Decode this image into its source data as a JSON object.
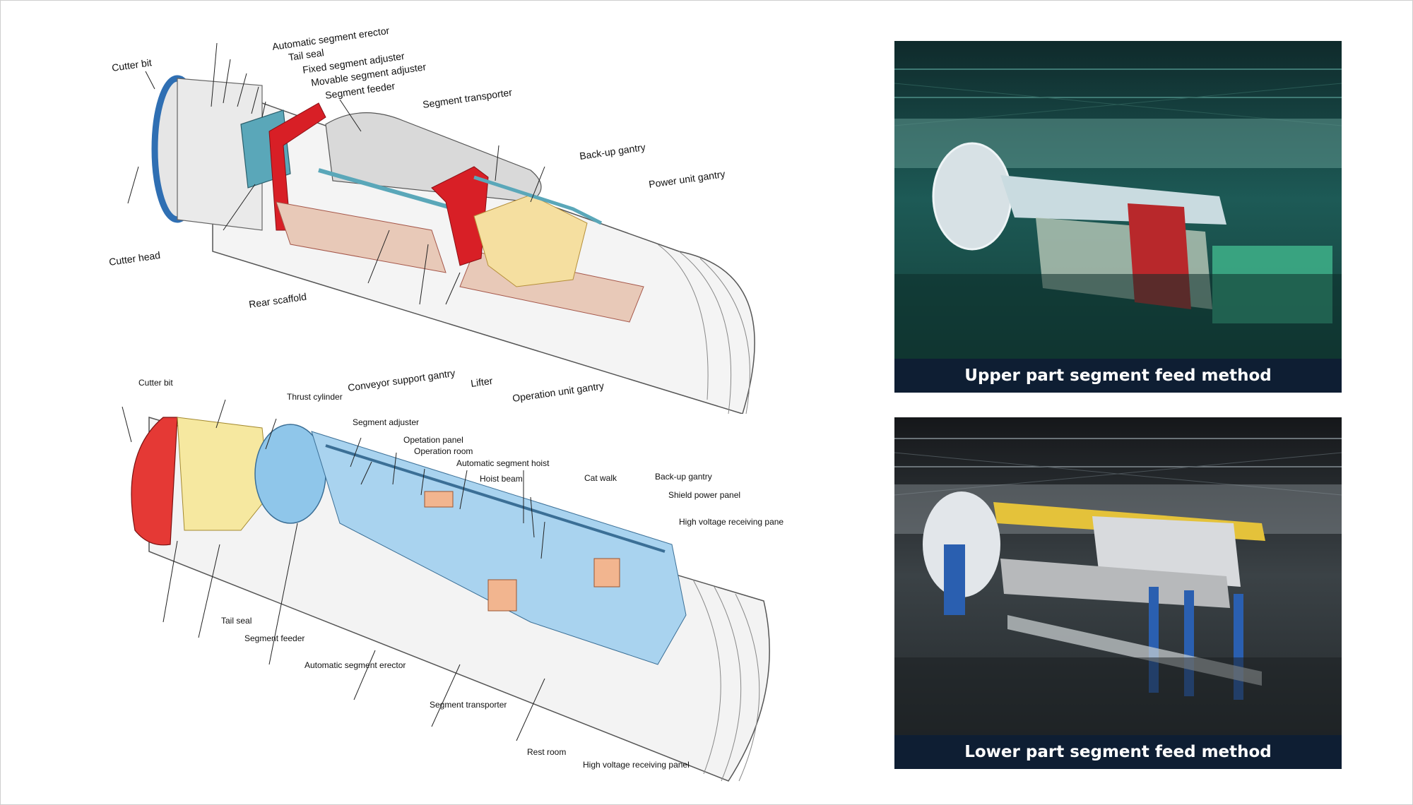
{
  "upper_diagram": {
    "labels": [
      "Cutter bit",
      "Cutter head",
      "Automatic segment erector",
      "Tail seal",
      "Fixed segment adjuster",
      "Movable segment adjuster",
      "Segment feeder",
      "Segment transporter",
      "Back-up gantry",
      "Power unit gantry",
      "Rear scaffold",
      "Conveyor support gantry",
      "Lifter",
      "Operation unit gantry"
    ]
  },
  "lower_diagram": {
    "labels": [
      "Cutter bit",
      "Thrust cylinder",
      "Segment adjuster",
      "Opetation panel",
      "Operation room",
      "Automatic segment hoist",
      "Hoist beam",
      "Cat walk",
      "Back-up gantry",
      "Shield power panel",
      "High voltage receiving pane",
      "Tail seal",
      "Segment feeder",
      "Automatic segment erector",
      "Segment transporter",
      "Rest room",
      "High voltage receiving panel"
    ]
  },
  "photos": {
    "upper_caption": "Upper part segment feed method",
    "lower_caption": "Lower part segment feed method"
  },
  "colors": {
    "caption_bg": "#0e1e33",
    "shield_blue": "#2f6fb3",
    "machine_red": "#d81f26",
    "machine_cyan": "#5aa7b9",
    "gantry_yellow": "#f5dfa0",
    "lower_red": "#e53935",
    "lower_blue": "#8fc6ea",
    "lower_yellow": "#f6e8a0",
    "lower_salmon": "#f2b58f"
  }
}
